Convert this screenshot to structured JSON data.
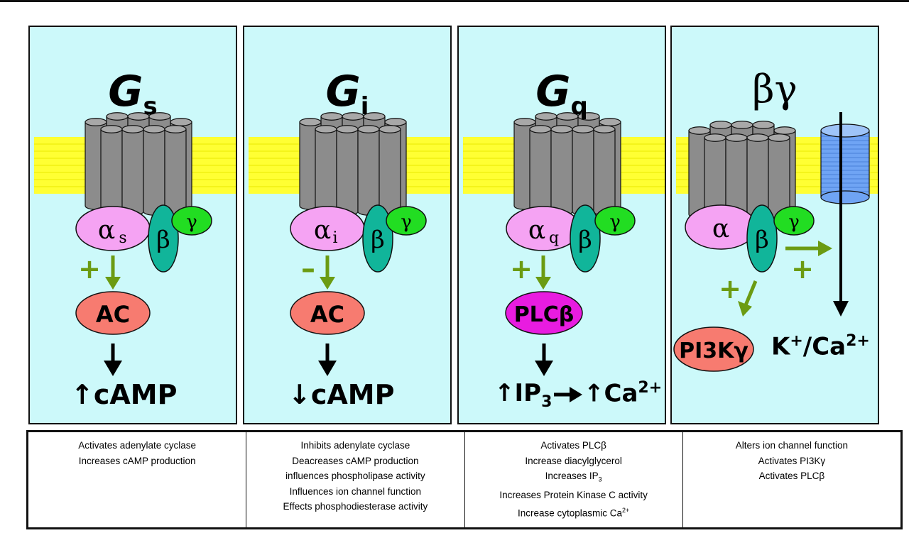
{
  "panels": [
    {
      "id": "gs",
      "title_main": "G",
      "title_sub": "s",
      "alpha_label": "α",
      "alpha_sub": "s",
      "beta_label": "β",
      "gamma_label": "γ",
      "effect_sign": "+",
      "enzyme": "AC",
      "outcome_arrow": "↑",
      "outcome_text": "cAMP"
    },
    {
      "id": "gi",
      "title_main": "G",
      "title_sub": "i",
      "alpha_label": "α",
      "alpha_sub": "i",
      "beta_label": "β",
      "gamma_label": "γ",
      "effect_sign": "–",
      "enzyme": "AC",
      "outcome_arrow": "↓",
      "outcome_text": "cAMP"
    },
    {
      "id": "gq",
      "title_main": "G",
      "title_sub": "q",
      "alpha_label": "α",
      "alpha_sub": "q",
      "beta_label": "β",
      "gamma_label": "γ",
      "effect_sign": "+",
      "enzyme": "PLCβ",
      "outcome_arrow": "↑",
      "outcome_text": "IP",
      "outcome_sub": "3",
      "outcome_arrow2": "↑",
      "outcome_text2": "Ca",
      "outcome_sup2": "2+"
    },
    {
      "id": "bg",
      "title_main": "βγ",
      "alpha_label": "α",
      "beta_label": "β",
      "gamma_label": "γ",
      "effect_sign": "+",
      "effect_sign2": "+",
      "enzyme": "PI3Kγ",
      "channel_text": "K",
      "channel_sup1": "+",
      "channel_text2": "/Ca",
      "channel_sup2": "2+"
    }
  ],
  "table": [
    [
      "Activates adenylate cyclase",
      "Increases cAMP production"
    ],
    [
      "Inhibits adenylate cyclase",
      "Deacreases cAMP production",
      "influences phospholipase activity",
      "Influences ion channel function",
      "Effects phosphodiesterase activity"
    ],
    [
      "Activates PLCβ",
      "Increase diacylglycerol",
      "Increases IP",
      "Increases Protein Kinase C activity",
      "Increase cytoplasmic Ca"
    ],
    [
      "Alters ion channel function",
      "Activates PI3Kγ",
      "Activates PLCβ"
    ]
  ],
  "table_sub": {
    "ip3": "3",
    "ca": "2+"
  },
  "colors": {
    "panel_bg": "#ccf9fa",
    "membrane": "#ffff33",
    "receptor": "#8c8c8c",
    "alpha": "#f5a3f3",
    "beta": "#11b59a",
    "gamma": "#22dd22",
    "ac": "#f77b70",
    "plc": "#e81ce0",
    "pi3k": "#f77b70",
    "arrow_green": "#6b9b12",
    "channel": "#6fa4f4"
  }
}
